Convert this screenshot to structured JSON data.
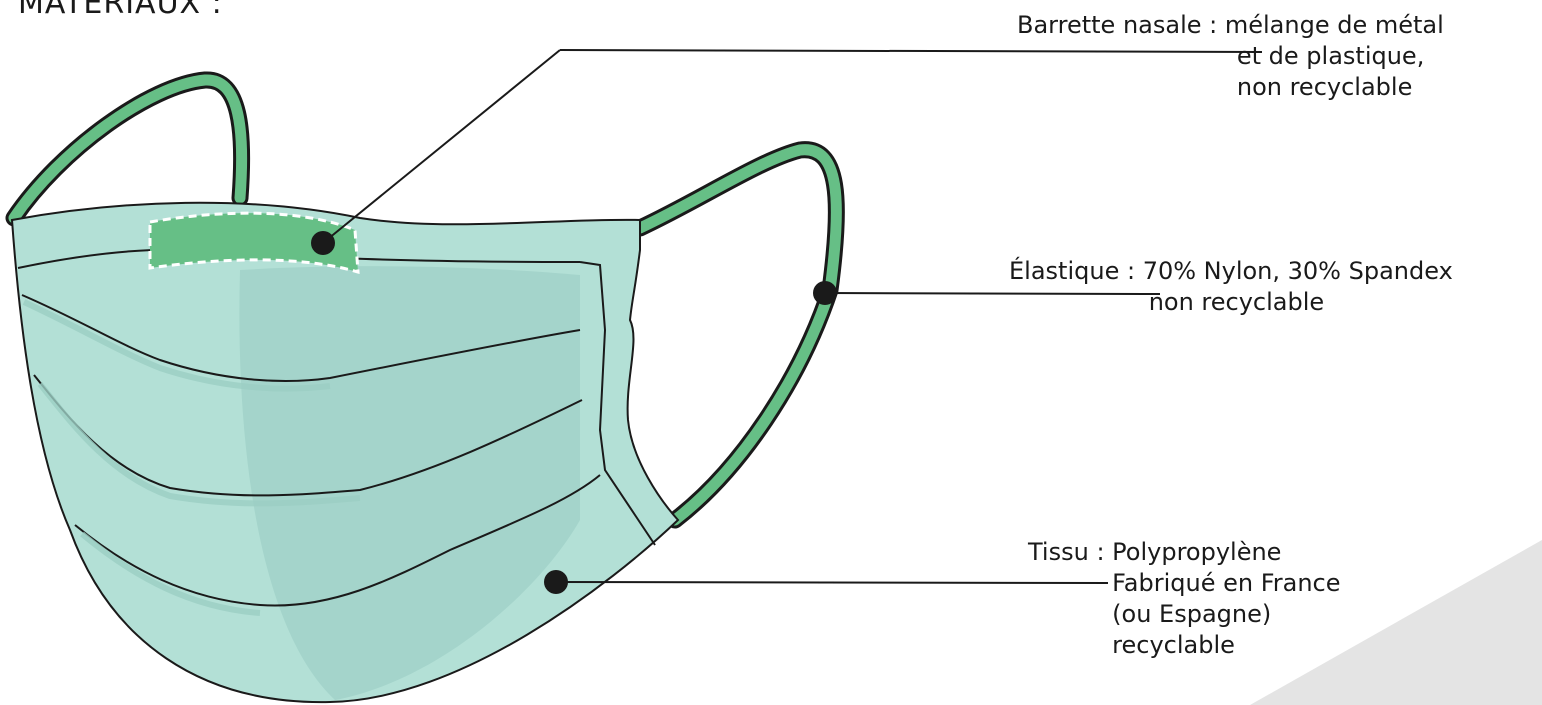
{
  "heading": "MATÉRIAUX :",
  "colors": {
    "mask_fabric": "#b3e0d6",
    "mask_shade": "#a4d4cb",
    "pleat_shadow": "#9ccfc4",
    "elastic": "#66bf86",
    "nose_strip": "#66bf86",
    "outline": "#1a1a1a",
    "corner_accent": "#e4e4e4"
  },
  "annotations": {
    "nose_strip": {
      "term": "Barrette nasale :",
      "lines": [
        "mélange de métal",
        "et de plastique,",
        "non recyclable"
      ]
    },
    "elastic": {
      "term": "Élastique :",
      "lines": [
        "70% Nylon, 30% Spandex",
        "non recyclable"
      ]
    },
    "fabric": {
      "term": "Tissu :",
      "lines": [
        "Polypropylène",
        "Fabriqué en France",
        "(ou Espagne)",
        "recyclable"
      ]
    }
  }
}
